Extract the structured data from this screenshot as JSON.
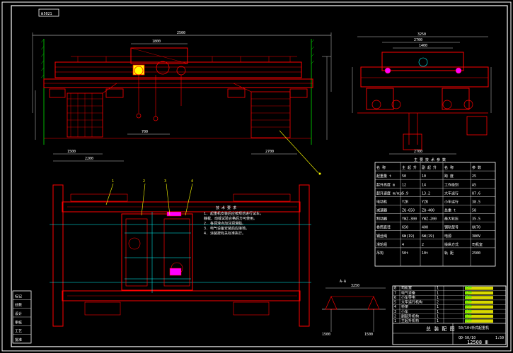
{
  "drawing": {
    "tag": "Ⅲ5021",
    "dimensions": {
      "span_top": "2500",
      "trolley_gauge": "1800",
      "trolley_left": "700",
      "wheelbase_left": "1500",
      "wheelbase_mid": "2200",
      "wheelbase_right": "2700",
      "side_total": "3250",
      "side_a": "2700",
      "side_b": "1400",
      "side_base": "2700",
      "rail": "1500",
      "rail_dim": "3250"
    },
    "main_table": {
      "header": "主 要 技 术 参 数",
      "col_heads": [
        "名 称",
        "主 起 升",
        "副 起 升",
        "名 称",
        "参 数"
      ],
      "rows": [
        [
          "起重量 t",
          "50",
          "10",
          "跨 度",
          "25"
        ],
        [
          "起升高度 m",
          "12",
          "14",
          "工作级别",
          "A5"
        ],
        [
          "起升速度 m/min",
          "5.9",
          "13.2",
          "大车运行",
          "87.6"
        ],
        [
          "电动机",
          "YZR",
          "YZR",
          "小车运行",
          "38.5"
        ],
        [
          "减速器",
          "ZQ-650",
          "ZQ-400",
          "总重 t",
          "58"
        ],
        [
          "制动器",
          "YWZ-300",
          "YWZ-200",
          "最大轮压",
          "35.5"
        ],
        [
          "卷筒直径",
          "650",
          "400",
          "钢轨型号",
          "QU70"
        ],
        [
          "钢丝绳",
          "6W(19)",
          "6W(19)",
          "电源",
          "380V"
        ],
        [
          "滑轮组",
          "4",
          "2",
          "操纵方式",
          "司机室"
        ],
        [
          "吊钩",
          "50t",
          "10t",
          "轨 距",
          "2500"
        ]
      ]
    },
    "notes": {
      "title": "技 术 要 求",
      "lines": [
        "1. 起重机安装后应按规范进行试车，",
        "   静载、动载试验合格后方可使用。",
        "2. 各润滑点加注润滑脂。",
        "3. 电气设备安装后应接地。",
        "4. 涂装按有关标准执行。"
      ]
    },
    "section_label": "A-A",
    "title_block": {
      "name": "50/10t桥式起重机",
      "drawing_title": "总 装 配 图",
      "number": "QD-50/10",
      "scale": "1:50",
      "sheet": "12508 Ⅲ",
      "rows": [
        [
          "8",
          "司机室",
          "1",
          "",
          "组件"
        ],
        [
          "7",
          "电气设备",
          "1",
          "",
          "组件"
        ],
        [
          "6",
          "小车导电",
          "1",
          "",
          "组件"
        ],
        [
          "5",
          "大车运行机构",
          "2",
          "",
          "组件"
        ],
        [
          "4",
          "桥架",
          "1",
          "",
          "组件"
        ],
        [
          "3",
          "小车",
          "1",
          "",
          "组件"
        ],
        [
          "2",
          "副起升机构",
          "1",
          "",
          "组件"
        ],
        [
          "1",
          "主起升机构",
          "1",
          "",
          "组件"
        ]
      ]
    },
    "left_table": {
      "rows": [
        "标记",
        "处数",
        "设计",
        "审核",
        "工艺",
        "批准"
      ]
    },
    "colors": {
      "background": "#000000",
      "frame": "#ffffff",
      "structure": "#ff0000",
      "dimension": "#ffffff",
      "center": "#00ffff",
      "accent": "#ffff00",
      "hidden": "#00ff00"
    }
  }
}
